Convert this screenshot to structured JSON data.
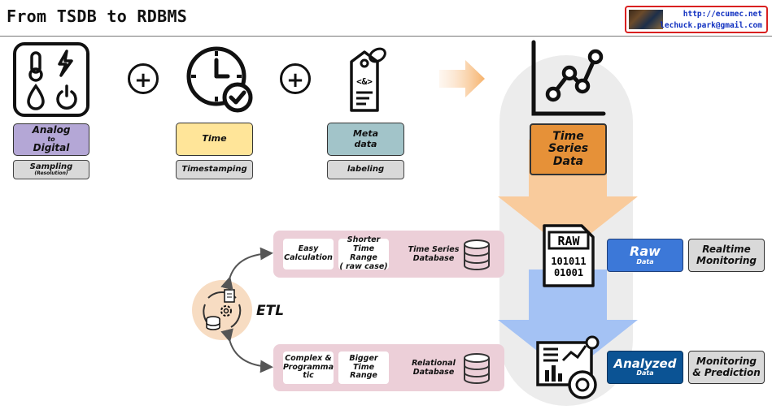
{
  "title": "From TSDB to RDBMS",
  "credit": {
    "url": "http://ecumec.net",
    "email": "lechuck.park@gmail.com"
  },
  "inputs": [
    {
      "label_lines": [
        "Analog",
        "to",
        "Digital"
      ],
      "sub_line1": "Sampling",
      "sub_line2": "(Resolution)",
      "color": "#b4a7d6"
    },
    {
      "label_lines": [
        "Time"
      ],
      "sub_line1": "Timestamping",
      "color": "#ffe599"
    },
    {
      "label_lines": [
        "Meta",
        "data"
      ],
      "sub_line1": "labeling",
      "color": "#a2c4c9"
    }
  ],
  "plus_symbol": "+",
  "time_series": {
    "line1": "Time",
    "line2": "Series",
    "line3": "Data",
    "color": "#e69138"
  },
  "raw_icon_text": "RAW",
  "binary_lines": [
    "101011",
    "01001"
  ],
  "raw": {
    "title": "Raw",
    "sub": "Data",
    "color": "#3c78d8"
  },
  "analyzed": {
    "title": "Analyzed",
    "sub": "Data",
    "color": "#0b5394"
  },
  "realtime": {
    "line1": "Realtime",
    "line2": "Monitoring"
  },
  "monitoring": {
    "line1": "Monitoring",
    "line2": "& Prediction"
  },
  "etl": "ETL",
  "tsdb_panel": {
    "cell1": [
      "Easy",
      "Calculation"
    ],
    "cell2": [
      "Shorter",
      "Time Range",
      "( raw  case)"
    ],
    "db_label": [
      "Time Series",
      "Database"
    ]
  },
  "rdb_panel": {
    "cell1": [
      "Complex &",
      "Programma",
      "tic"
    ],
    "cell2": [
      "Bigger",
      "Time Range"
    ],
    "db_label": [
      "Relational",
      "Database"
    ]
  }
}
